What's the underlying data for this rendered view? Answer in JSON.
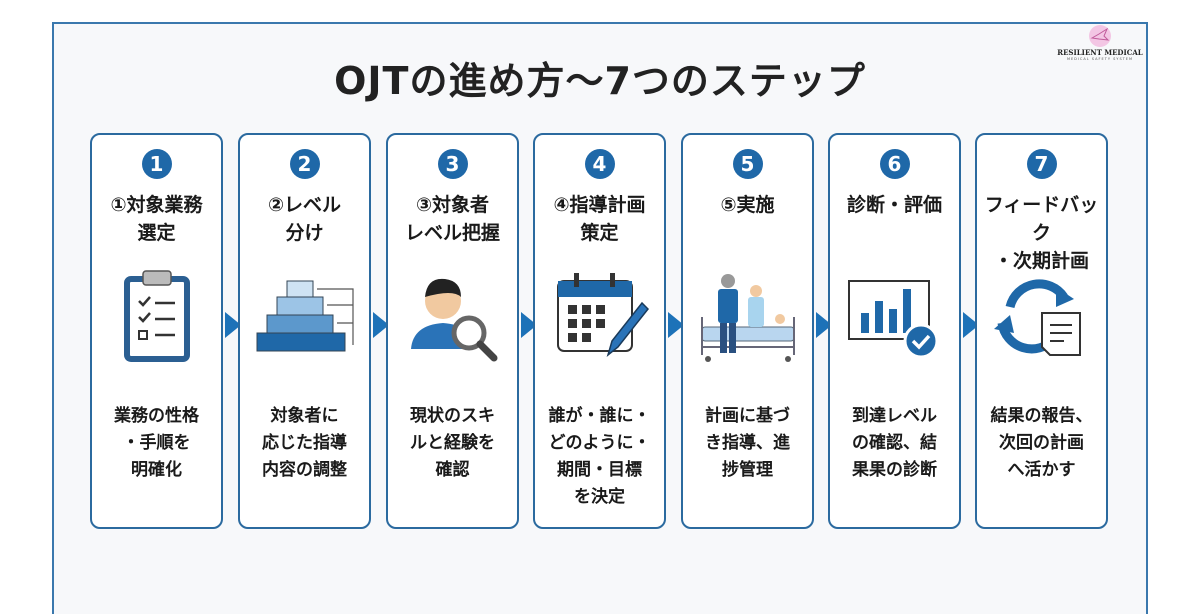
{
  "title": "OJTの進め方～7つのステップ",
  "logo": {
    "name": "RESILIENT MEDICAL",
    "sub": "MEDICAL SAFETY SYSTEM"
  },
  "colors": {
    "accent": "#1f68a8",
    "border": "#2b6a9f",
    "arrow": "#1d72b8"
  },
  "steps": [
    {
      "num": "1",
      "head1": "①対象業務",
      "head2": "選定",
      "icon": "clipboard-checklist-icon",
      "desc": [
        "業務の性格",
        "・手順を",
        "明確化"
      ]
    },
    {
      "num": "2",
      "head1": "②レベル",
      "head2": "分け",
      "icon": "pyramid-levels-icon",
      "desc": [
        "対象者に",
        "応じた指導",
        "内容の調整"
      ]
    },
    {
      "num": "3",
      "head1": "③対象者",
      "head2": "レベル把握",
      "icon": "person-magnifier-icon",
      "desc": [
        "現状のスキ",
        "ルと経験を",
        "確認"
      ]
    },
    {
      "num": "4",
      "head1": "④指導計画",
      "head2": "策定",
      "icon": "calendar-pencil-icon",
      "desc": [
        "誰が・誰に・",
        "どのように・",
        "期間・目標",
        "を決定"
      ]
    },
    {
      "num": "5",
      "head1": "⑤実施",
      "head2": "",
      "icon": "nurses-patient-bed-icon",
      "desc": [
        "計画に基づ",
        "き指導、進",
        "捗管理"
      ]
    },
    {
      "num": "6",
      "head1": "診断・評価",
      "head2": "",
      "icon": "bar-chart-check-icon",
      "desc": [
        "到達レベル",
        "の確認、結",
        "果果の診断"
      ]
    },
    {
      "num": "7",
      "head1": "フィードバック",
      "head2": "・次期計画",
      "icon": "cycle-document-icon",
      "desc": [
        "結果の報告、",
        "次回の計画",
        "へ活かす"
      ]
    }
  ]
}
